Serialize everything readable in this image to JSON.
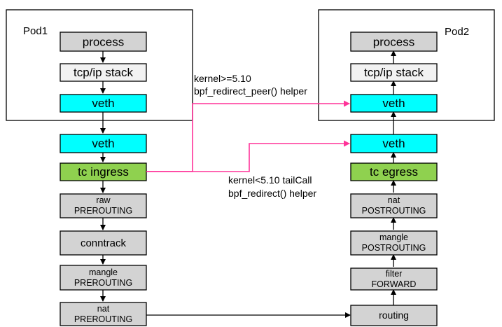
{
  "colors": {
    "gray": "#d3d3d3",
    "light": "#f2f2f2",
    "cyan": "#00ffff",
    "green": "#8fd14f",
    "pink": "#ff3399",
    "border": "#000000"
  },
  "pods": {
    "pod1_label": "Pod1",
    "pod2_label": "Pod2"
  },
  "left": {
    "process": "process",
    "tcpip": "tcp/ip stack",
    "veth_pod": "veth",
    "veth_host": "veth",
    "tc_ingress": "tc ingress",
    "raw_1": "raw",
    "raw_2": "PREROUTING",
    "conntrack": "conntrack",
    "mangle_1": "mangle",
    "mangle_2": "PREROUTING",
    "nat_1": "nat",
    "nat_2": "PREROUTING"
  },
  "right": {
    "process": "process",
    "tcpip": "tcp/ip stack",
    "veth_pod": "veth",
    "veth_host": "veth",
    "tc_egress": "tc egress",
    "nat_1": "nat",
    "nat_2": "POSTROUTING",
    "mangle_1": "mangle",
    "mangle_2": "POSTROUTING",
    "filter_1": "filter",
    "filter_2": "FORWARD",
    "routing": "routing"
  },
  "annotations": {
    "peer_line1": "kernel>=5.10",
    "peer_line2": "bpf_redirect_peer() helper",
    "tail_line1": "kernel<5.10 tailCall",
    "tail_line2": "bpf_redirect() helper"
  }
}
